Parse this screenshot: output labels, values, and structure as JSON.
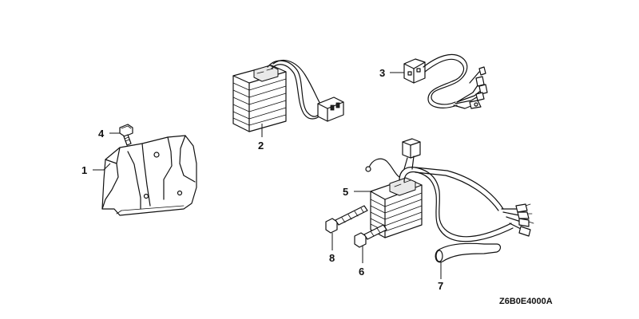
{
  "callouts": {
    "c1": "1",
    "c2": "2",
    "c3": "3",
    "c4": "4",
    "c5": "5",
    "c6": "6",
    "c7": "7",
    "c8": "8"
  },
  "diagram_code": "Z6B0E4000A",
  "colors": {
    "line": "#111111",
    "background": "#ffffff"
  }
}
